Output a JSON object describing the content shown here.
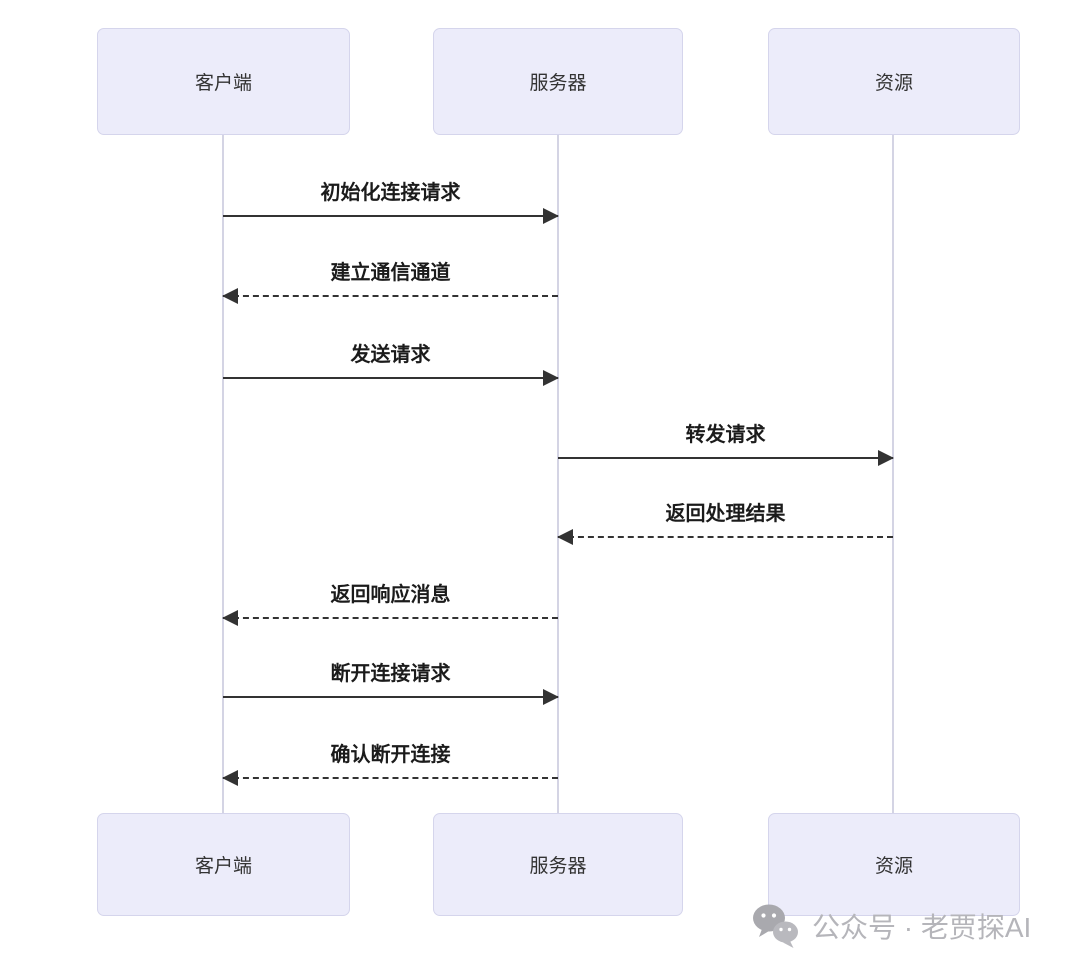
{
  "diagram": {
    "type": "sequence",
    "participants": [
      {
        "id": "client",
        "label": "客户端"
      },
      {
        "id": "server",
        "label": "服务器"
      },
      {
        "id": "resource",
        "label": "资源"
      }
    ],
    "messages": [
      {
        "label": "初始化连接请求",
        "from": "客户端",
        "to": "服务器",
        "line": "solid",
        "direction": "right"
      },
      {
        "label": "建立通信通道",
        "from": "服务器",
        "to": "客户端",
        "line": "dashed",
        "direction": "left"
      },
      {
        "label": "发送请求",
        "from": "客户端",
        "to": "服务器",
        "line": "solid",
        "direction": "right"
      },
      {
        "label": "转发请求",
        "from": "服务器",
        "to": "资源",
        "line": "solid",
        "direction": "right"
      },
      {
        "label": "返回处理结果",
        "from": "资源",
        "to": "服务器",
        "line": "dashed",
        "direction": "left"
      },
      {
        "label": "返回响应消息",
        "from": "服务器",
        "to": "客户端",
        "line": "dashed",
        "direction": "left"
      },
      {
        "label": "断开连接请求",
        "from": "客户端",
        "to": "服务器",
        "line": "solid",
        "direction": "right"
      },
      {
        "label": "确认断开连接",
        "from": "服务器",
        "to": "客户端",
        "line": "dashed",
        "direction": "left"
      }
    ]
  },
  "watermark": {
    "icon": "wechat-icon",
    "text": "公众号 · 老贾探AI"
  },
  "colors": {
    "participant_fill": "#ECECFA",
    "participant_border": "#D5D5EC",
    "lifeline": "#D4D4E4",
    "arrow": "#333333",
    "message_text": "#1B1B1B",
    "watermark_text": "#B5B5BA",
    "background": "#FFFFFF"
  }
}
